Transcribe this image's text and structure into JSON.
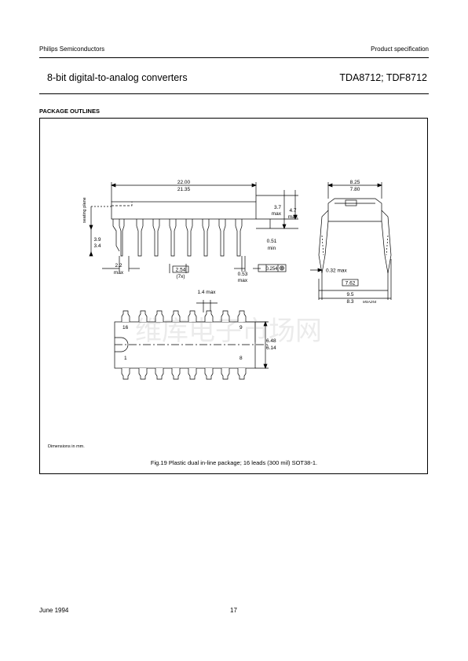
{
  "header": {
    "company": "Philips Semiconductors",
    "doc_type": "Product specification",
    "title_left": "8-bit digital-to-analog converters",
    "title_right": "TDA8712; TDF8712"
  },
  "section": {
    "heading": "PACKAGE OUTLINES"
  },
  "drawing": {
    "dim_length_max": "22.00",
    "dim_length_min": "21.35",
    "seating_plane": "seating plane",
    "dim_37_max": "3.7",
    "dim_37_max_label": "max",
    "dim_47_max": "4.7",
    "dim_47_max_label": "max",
    "dim_39": "3.9",
    "dim_34": "3.4",
    "dim_051": "0.51",
    "dim_051_label": "min",
    "dim_22": "2.2",
    "dim_22_label": "max",
    "dim_254": "2.54",
    "dim_254_count": "(7x)",
    "dim_053": "0.53",
    "dim_053_label": "max",
    "dim_0254": "0.254",
    "dim_825": "8.25",
    "dim_780": "7.80",
    "dim_032": "0.32 max",
    "dim_762": "7.62",
    "dim_95": "9.5",
    "dim_83": "8.3",
    "drawing_code": "MSA254",
    "dim_14": "1.4 max",
    "pin16": "16",
    "pin9": "9",
    "pin1": "1",
    "pin8": "8",
    "dim_648": "6.48",
    "dim_614": "6.14",
    "watermark": "维库电子市场网"
  },
  "notes": {
    "dimensions": "Dimensions in mm."
  },
  "figure": {
    "caption": "Fig.19  Plastic dual in-line package; 16 leads (300 mil) SOT38-1."
  },
  "footer": {
    "date": "June 1994",
    "page": "17"
  }
}
